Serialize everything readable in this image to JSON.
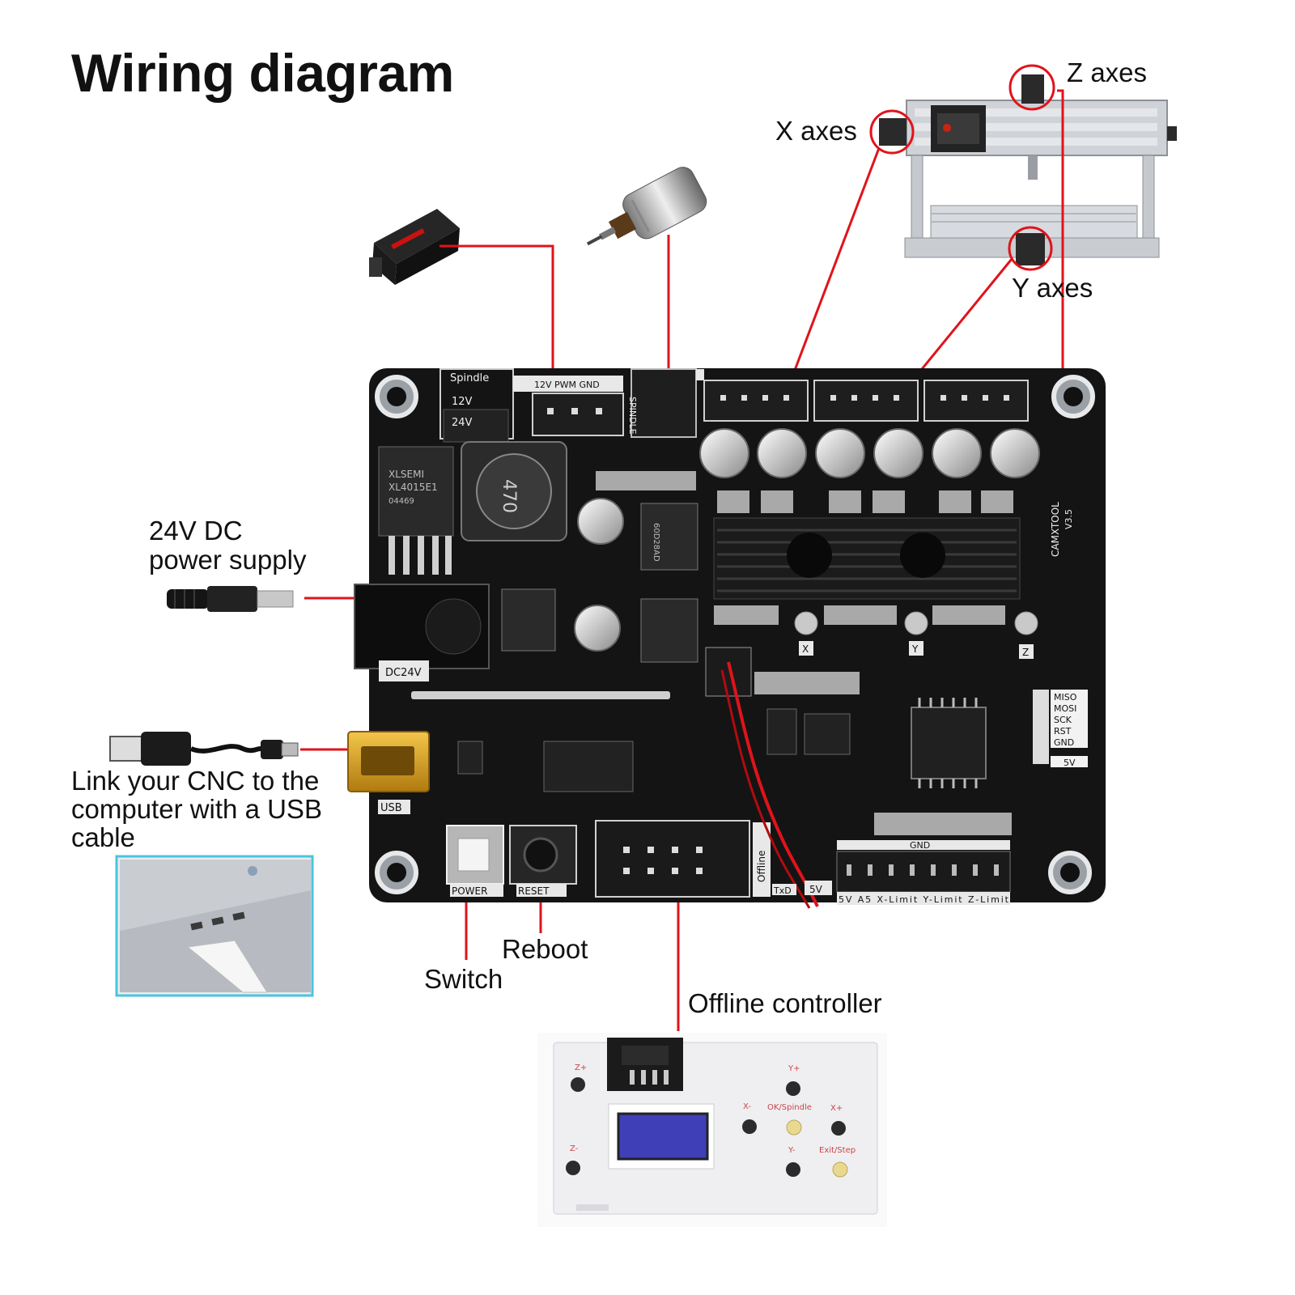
{
  "title": "Wiring diagram",
  "callouts": {
    "z_axes": "Z axes",
    "x_axes": "X axes",
    "y_axes": "Y axes",
    "power": [
      "24V DC",
      "power supply"
    ],
    "usb": [
      "Link your CNC to the",
      "computer with a USB",
      "cable"
    ],
    "switch": "Switch",
    "reboot": "Reboot",
    "offline_controller": "Offline controller"
  },
  "board": {
    "spindle_label": "Spindle",
    "v12": "12V",
    "v24": "24V",
    "pwm_header": "12V PWM GND",
    "spindle_vert": "SPINDLE",
    "camxtool": "CAMXTOOL",
    "version": "V3.5",
    "ic_line1": "XLSEMI",
    "ic_line2": "XL4015E1",
    "ic_line3": "04469",
    "inductor": "470",
    "mosfet": "60D28AD",
    "dc24v": "DC24V",
    "usb": "USB",
    "power": "POWER",
    "reset": "RESET",
    "offline": "Offline",
    "txd": "TxD",
    "v5": "5V",
    "gnd": "GND",
    "limits": "5V A5 X-Limit Y-Limit Z-Limit",
    "pot_x": "X",
    "pot_y": "Y",
    "pot_z": "Z",
    "isp": [
      "MISO",
      "MOSI",
      "SCK",
      "RST",
      "GND"
    ],
    "isp_5v": "5V"
  },
  "controller": {
    "z_plus": "Z+",
    "z_minus": "Z-",
    "y_plus": "Y+",
    "y_minus": "Y-",
    "x_minus": "X-",
    "x_plus": "X+",
    "ok_spindle": "OK/Spindle",
    "exit_step": "Exit/Step"
  },
  "colors": {
    "wire": "#e0131b",
    "pcb": "#141414",
    "controller": "#efeff2",
    "button_yellow": "#e9d98f",
    "usb_gold": "#d9a21c",
    "screen": "#3f3fb8"
  }
}
